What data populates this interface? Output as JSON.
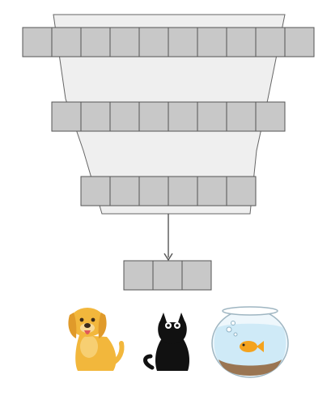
{
  "colors": {
    "background": "#ffffff",
    "funnel_fill": "#efefef",
    "funnel_stroke": "#666666",
    "cell_fill": "#c8c8c8",
    "cell_stroke": "#555555",
    "arrow": "#555555",
    "dog_body": "#f2b73c",
    "dog_ear": "#e09a2a",
    "cat_body": "#111111",
    "bowl_water": "#cfeaf7",
    "bowl_sand": "#9a7552",
    "fish": "#f4a31e"
  },
  "rows": {
    "top_cell_count": 10,
    "middle_cell_count": 8,
    "bottom_cell_count": 6,
    "output_cell_count": 3
  },
  "icons": [
    "dog-icon",
    "cat-icon",
    "fishbowl-icon"
  ]
}
